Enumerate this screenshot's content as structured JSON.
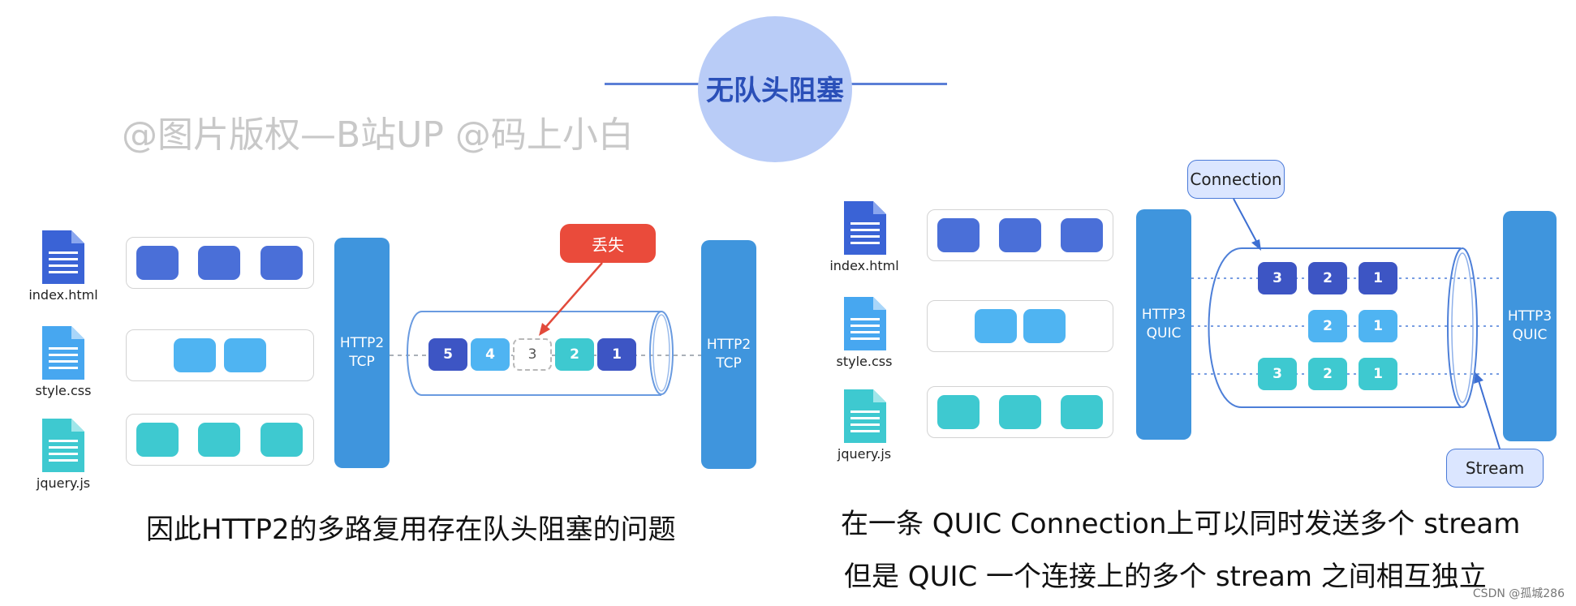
{
  "header": {
    "title": "无队头阻塞"
  },
  "watermark": "@图片版权—B站UP @码上小白",
  "left": {
    "files": [
      "index.html",
      "style.css",
      "jquery.js"
    ],
    "proto_left": [
      "HTTP2",
      "TCP"
    ],
    "proto_right": [
      "HTTP2",
      "TCP"
    ],
    "packets": [
      "5",
      "4",
      "3",
      "2",
      "1"
    ],
    "lost_label": "丢失",
    "caption": "因此HTTP2的多路复用存在队头阻塞的问题"
  },
  "right": {
    "files": [
      "index.html",
      "style.css",
      "jquery.js"
    ],
    "proto_left": [
      "HTTP3",
      "QUIC"
    ],
    "proto_right": [
      "HTTP3",
      "QUIC"
    ],
    "stream1": [
      "3",
      "2",
      "1"
    ],
    "stream2": [
      "2",
      "1"
    ],
    "stream3": [
      "3",
      "2",
      "1"
    ],
    "connection_label": "Connection",
    "stream_label": "Stream",
    "caption_line1": "在一条 QUIC Connection上可以同时发送多个 stream",
    "caption_line2": "但是 QUIC 一个连接上的多个 stream 之间相互独立"
  },
  "credit": "CSDN @孤城286",
  "colors": {
    "dark_blue": "#4a6fd8",
    "light_blue": "#4fb4f2",
    "teal": "#3ec9d0",
    "protocol": "#3f95dd",
    "lost": "#ea4b3b"
  }
}
